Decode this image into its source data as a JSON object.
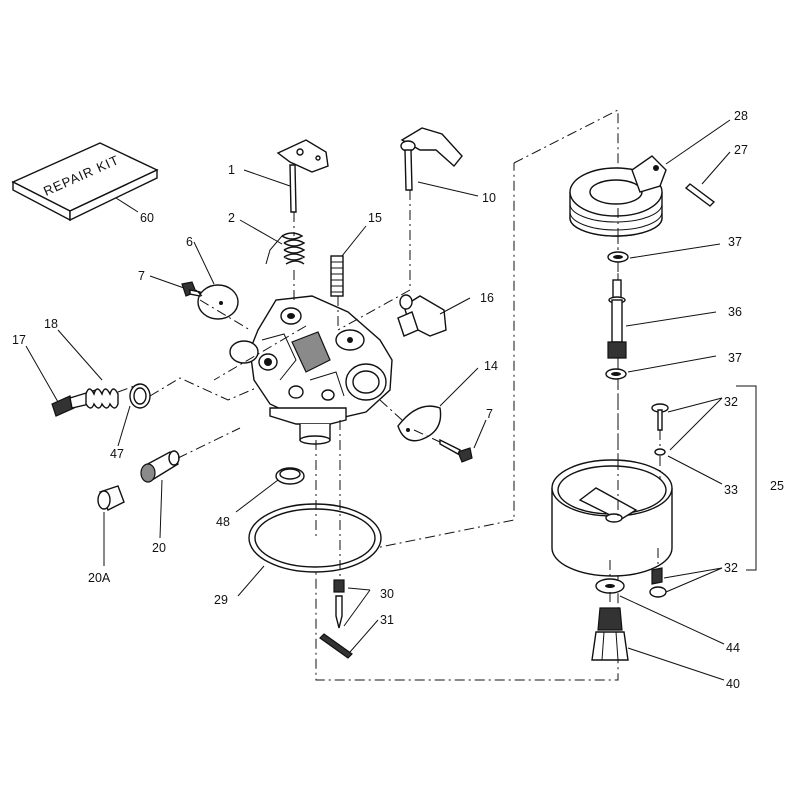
{
  "kit_label": "REPAIR KIT",
  "callouts": [
    {
      "id": "c1",
      "text": "1"
    },
    {
      "id": "c2",
      "text": "2"
    },
    {
      "id": "c6",
      "text": "6"
    },
    {
      "id": "c7a",
      "text": "7"
    },
    {
      "id": "c10",
      "text": "10"
    },
    {
      "id": "c14",
      "text": "14"
    },
    {
      "id": "c15",
      "text": "15"
    },
    {
      "id": "c16",
      "text": "16"
    },
    {
      "id": "c17",
      "text": "17"
    },
    {
      "id": "c18",
      "text": "18"
    },
    {
      "id": "c7b",
      "text": "7"
    },
    {
      "id": "c20",
      "text": "20"
    },
    {
      "id": "c20a",
      "text": "20A"
    },
    {
      "id": "c25",
      "text": "25"
    },
    {
      "id": "c27",
      "text": "27"
    },
    {
      "id": "c28",
      "text": "28"
    },
    {
      "id": "c29",
      "text": "29"
    },
    {
      "id": "c30",
      "text": "30"
    },
    {
      "id": "c31",
      "text": "31"
    },
    {
      "id": "c32a",
      "text": "32"
    },
    {
      "id": "c32b",
      "text": "32"
    },
    {
      "id": "c33",
      "text": "33"
    },
    {
      "id": "c36",
      "text": "36"
    },
    {
      "id": "c37a",
      "text": "37"
    },
    {
      "id": "c37b",
      "text": "37"
    },
    {
      "id": "c40",
      "text": "40"
    },
    {
      "id": "c44",
      "text": "44"
    },
    {
      "id": "c47",
      "text": "47"
    },
    {
      "id": "c48",
      "text": "48"
    },
    {
      "id": "c60",
      "text": "60"
    }
  ]
}
